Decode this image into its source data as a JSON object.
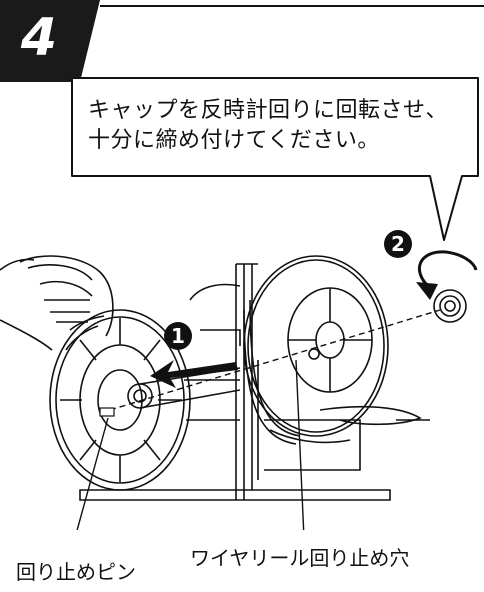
{
  "step": {
    "number": "4"
  },
  "callout": {
    "line1": "キャップを反時計回りに回転させ、",
    "line2": "十分に締め付けてください。"
  },
  "markers": {
    "first": "1",
    "second": "2"
  },
  "labels": {
    "pin": "回り止めピン",
    "hole": "ワイヤリール回り止め穴"
  },
  "colors": {
    "ink": "#111111",
    "badge": "#1a1a1a",
    "paper": "#ffffff"
  }
}
